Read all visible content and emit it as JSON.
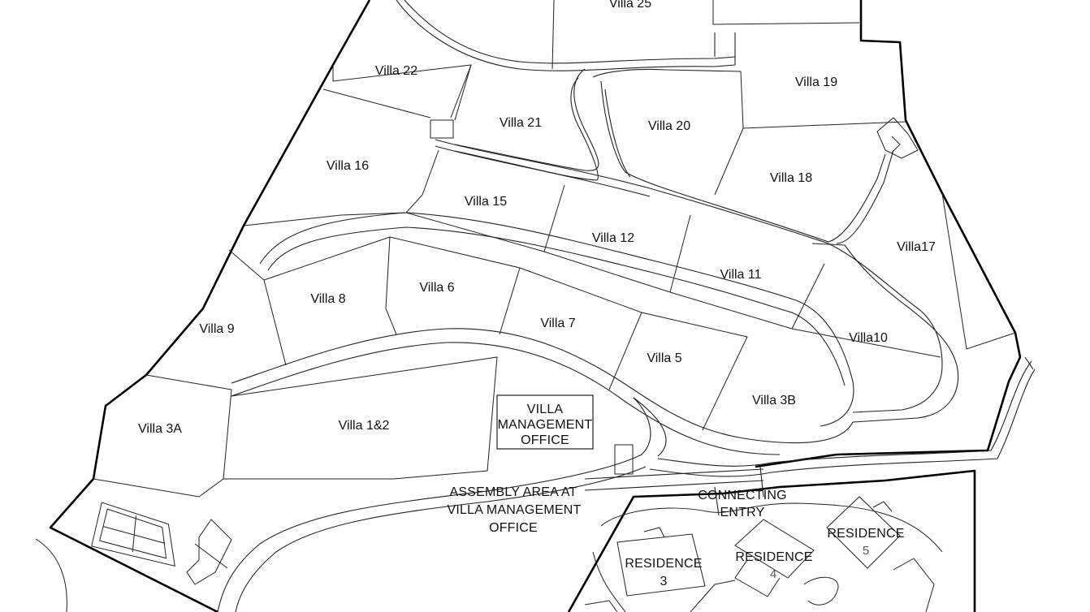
{
  "villas": {
    "v25": "Villa 25",
    "v22": "Villa 22",
    "v21": "Villa 21",
    "v20": "Villa 20",
    "v19": "Villa 19",
    "v18": "Villa 18",
    "v17": "Villa17",
    "v16": "Villa 16",
    "v15": "Villa 15",
    "v12": "Villa 12",
    "v11": "Villa 11",
    "v10": "Villa10",
    "v9": "Villa 9",
    "v8": "Villa 8",
    "v7": "Villa 7",
    "v6": "Villa 6",
    "v5": "Villa 5",
    "v3a": "Villa 3A",
    "v3b": "Villa 3B",
    "v12combo": "Villa 1&2"
  },
  "management_office": [
    "VILLA",
    "MANAGEMENT",
    "OFFICE"
  ],
  "assembly_area": [
    "ASSEMBLY AREA AT",
    "VILLA MANAGEMENT",
    "OFFICE"
  ],
  "connecting_entry": [
    "CONNECTING",
    "ENTRY"
  ],
  "residences": {
    "r3": [
      "RESIDENCE",
      "3"
    ],
    "r4": [
      "RESIDENCE",
      "4"
    ],
    "r5": [
      "RESIDENCE",
      "5"
    ]
  }
}
